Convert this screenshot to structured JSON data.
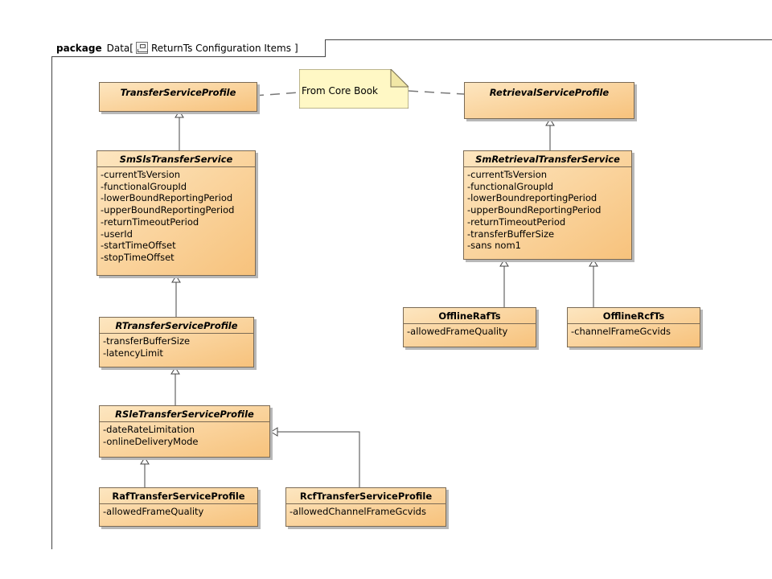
{
  "diagram": {
    "keyword": "package",
    "name": "Data",
    "bracket_open": "[",
    "view_name": "ReturnTs Configuration Items",
    "bracket_close": "]"
  },
  "note": {
    "text": "From Core Book"
  },
  "classes": {
    "transfer_service_profile": {
      "name": "TransferServiceProfile",
      "attributes": []
    },
    "retrieval_service_profile": {
      "name": "RetrievalServiceProfile",
      "attributes": []
    },
    "smsls_transfer_service": {
      "name": "SmSlsTransferService",
      "attributes": [
        "-currentTsVersion",
        "-functionalGroupId",
        "-lowerBoundReportingPeriod",
        "-upperBoundReportingPeriod",
        "-returnTimeoutPeriod",
        "-userId",
        "-startTimeOffset",
        "-stopTimeOffset"
      ]
    },
    "sm_retrieval_transfer_service": {
      "name": "SmRetrievalTransferService",
      "attributes": [
        "-currentTsVersion",
        "-functionalGroupId",
        "-lowerBoundreportingPeriod",
        "-upperBoundReportingPeriod",
        "-returnTimeoutPeriod",
        "-transferBufferSize",
        "-sans nom1"
      ]
    },
    "r_transfer_service_profile": {
      "name": "RTransferServiceProfile",
      "attributes": [
        "-transferBufferSize",
        "-latencyLimit"
      ]
    },
    "offline_raf_ts": {
      "name": "OfflineRafTs",
      "attributes": [
        "-allowedFrameQuality"
      ]
    },
    "offline_rcf_ts": {
      "name": "OfflineRcfTs",
      "attributes": [
        "-channelFrameGcvids"
      ]
    },
    "rsle_transfer_service_profile": {
      "name": "RSleTransferServiceProfile",
      "attributes": [
        "-dateRateLimitation",
        "-onlineDeliveryMode"
      ]
    },
    "raf_transfer_service_profile": {
      "name": "RafTransferServiceProfile",
      "attributes": [
        "-allowedFrameQuality"
      ]
    },
    "rcf_transfer_service_profile": {
      "name": "RcfTransferServiceProfile",
      "attributes": [
        "-allowedChannelFrameGcvids"
      ]
    }
  }
}
